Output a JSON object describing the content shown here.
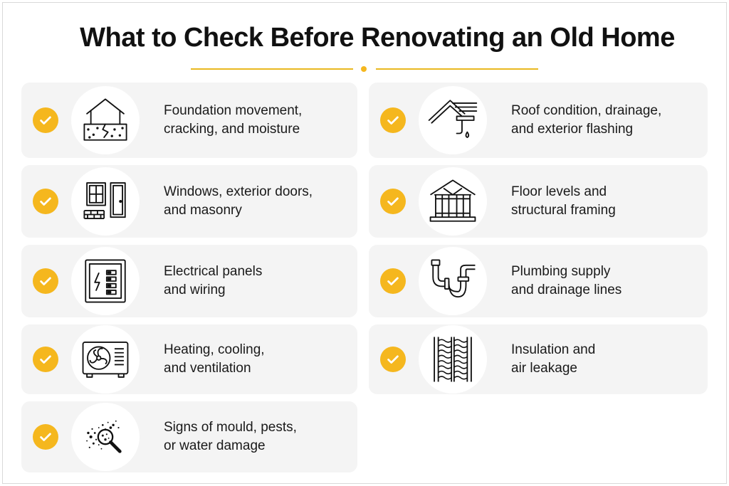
{
  "title": "What to Check Before Renovating an Old Home",
  "colors": {
    "accent": "#F5B71E",
    "card": "#F4F4F4",
    "text": "#111111",
    "line": "#E9B820"
  },
  "left_column": [
    {
      "icon": "foundation-crack-icon",
      "lines": [
        "Foundation movement,",
        "cracking, and moisture"
      ]
    },
    {
      "icon": "window-door-masonry-icon",
      "lines": [
        "Windows, exterior doors,",
        "and masonry"
      ]
    },
    {
      "icon": "electrical-panel-icon",
      "lines": [
        "Electrical panels",
        "and wiring"
      ]
    },
    {
      "icon": "hvac-unit-icon",
      "lines": [
        "Heating, cooling,",
        "and ventilation"
      ]
    },
    {
      "icon": "mould-magnifier-icon",
      "lines": [
        "Signs of mould, pests,",
        "or water damage"
      ]
    }
  ],
  "right_column": [
    {
      "icon": "roof-gutter-icon",
      "lines": [
        "Roof condition, drainage,",
        "and exterior flashing"
      ]
    },
    {
      "icon": "structural-framing-icon",
      "lines": [
        "Floor levels and",
        "structural framing"
      ]
    },
    {
      "icon": "plumbing-pipe-icon",
      "lines": [
        "Plumbing supply",
        "and drainage lines"
      ]
    },
    {
      "icon": "insulation-wall-icon",
      "lines": [
        "Insulation and",
        "air leakage"
      ]
    }
  ]
}
